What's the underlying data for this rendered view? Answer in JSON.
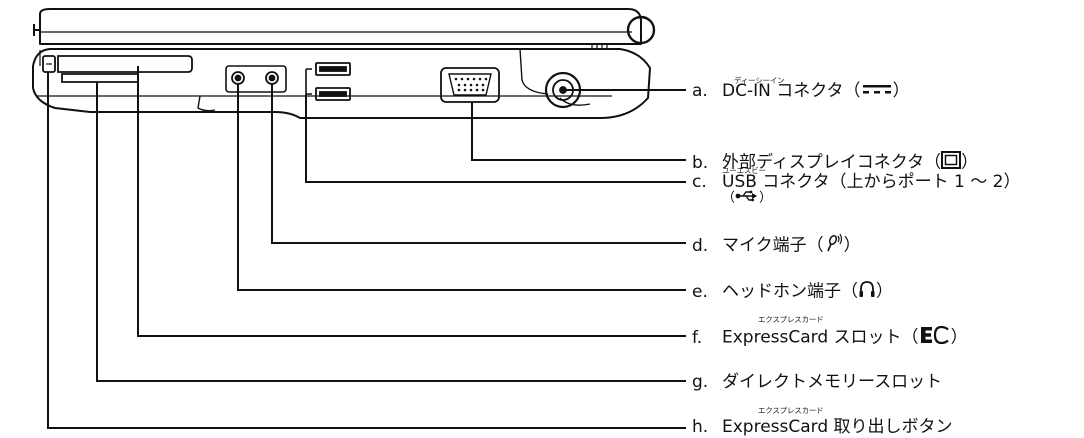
{
  "callouts": [
    {
      "id": "a",
      "letter": "a.",
      "text": "DC-IN コネクタ（",
      "tail": "）",
      "ruby": "ディーシーイン",
      "icon": "dc-icon"
    },
    {
      "id": "b",
      "letter": "b.",
      "text": "外部ディスプレイコネクタ（",
      "tail": "）",
      "ruby": "",
      "icon": "display-icon"
    },
    {
      "id": "c",
      "letter": "c.",
      "text": "USB コネクタ（上からポート 1 ～ 2）",
      "line2_open": "（",
      "line2_close": "）",
      "ruby": "ユーエスビー",
      "icon": "usb-icon"
    },
    {
      "id": "d",
      "letter": "d.",
      "text": "マイク端子（",
      "tail": "）",
      "ruby": "",
      "icon": "microphone-icon"
    },
    {
      "id": "e",
      "letter": "e.",
      "text": "ヘッドホン端子（",
      "tail": "）",
      "ruby": "",
      "icon": "headphone-icon"
    },
    {
      "id": "f",
      "letter": "f.",
      "text": "ExpressCard スロット（",
      "tail": "）",
      "ruby": "エクスプレスカード",
      "icon": "expresscard-icon"
    },
    {
      "id": "g",
      "letter": "g.",
      "text": "ダイレクトメモリースロット",
      "ruby": "",
      "icon": ""
    },
    {
      "id": "h",
      "letter": "h.",
      "text": "ExpressCard 取り出しボタン",
      "ruby": "エクスプレスカード",
      "icon": ""
    }
  ],
  "colors": {
    "line": "#111111",
    "text": "#111111",
    "background": "#ffffff"
  }
}
